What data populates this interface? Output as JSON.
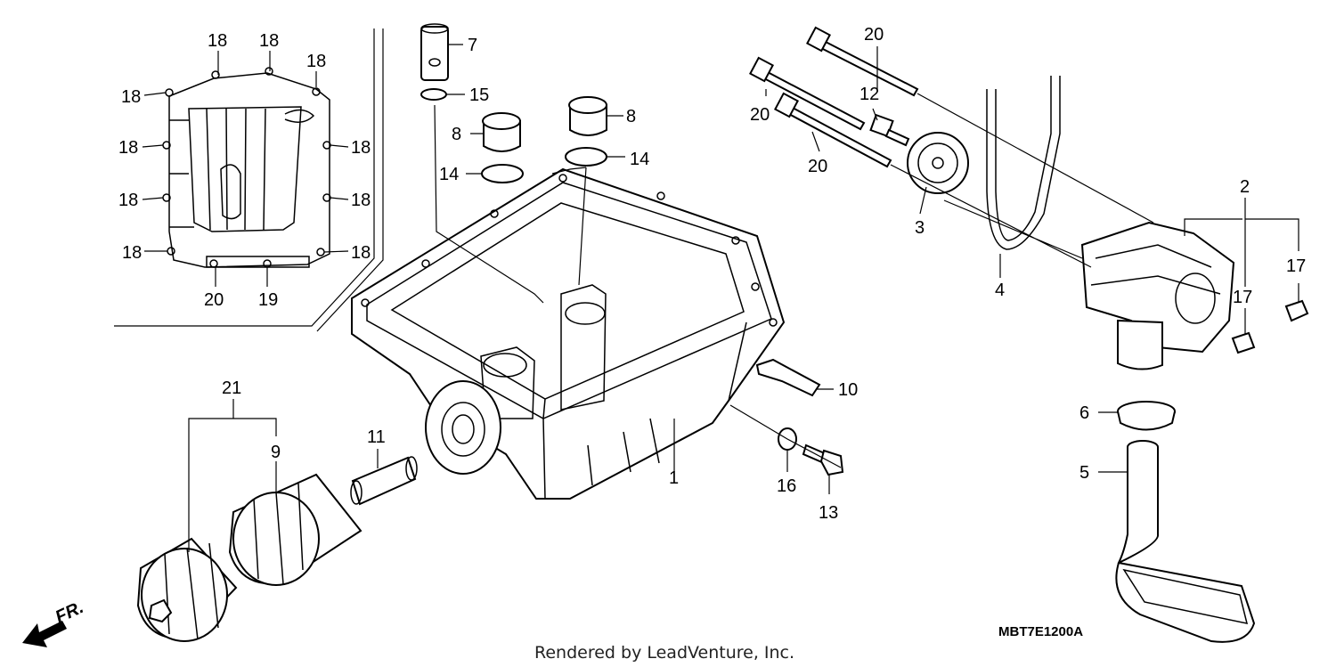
{
  "callouts": [
    {
      "id": "c18a",
      "text": "18"
    },
    {
      "id": "c18b",
      "text": "18"
    },
    {
      "id": "c18c",
      "text": "18"
    },
    {
      "id": "c18d",
      "text": "18"
    },
    {
      "id": "c18e",
      "text": "18"
    },
    {
      "id": "c18f",
      "text": "18"
    },
    {
      "id": "c18g",
      "text": "18"
    },
    {
      "id": "c18h",
      "text": "18"
    },
    {
      "id": "c18i",
      "text": "18"
    },
    {
      "id": "c18j",
      "text": "18"
    },
    {
      "id": "c20a",
      "text": "20"
    },
    {
      "id": "c19",
      "text": "19"
    },
    {
      "id": "c7",
      "text": "7"
    },
    {
      "id": "c15",
      "text": "15"
    },
    {
      "id": "c8a",
      "text": "8"
    },
    {
      "id": "c8b",
      "text": "8"
    },
    {
      "id": "c14a",
      "text": "14"
    },
    {
      "id": "c14b",
      "text": "14"
    },
    {
      "id": "c20b",
      "text": "20"
    },
    {
      "id": "c20c",
      "text": "20"
    },
    {
      "id": "c20d",
      "text": "20"
    },
    {
      "id": "c12",
      "text": "12"
    },
    {
      "id": "c3",
      "text": "3"
    },
    {
      "id": "c4",
      "text": "4"
    },
    {
      "id": "c2",
      "text": "2"
    },
    {
      "id": "c17a",
      "text": "17"
    },
    {
      "id": "c17b",
      "text": "17"
    },
    {
      "id": "c6",
      "text": "6"
    },
    {
      "id": "c5",
      "text": "5"
    },
    {
      "id": "c10",
      "text": "10"
    },
    {
      "id": "c1",
      "text": "1"
    },
    {
      "id": "c16",
      "text": "16"
    },
    {
      "id": "c13",
      "text": "13"
    },
    {
      "id": "c11",
      "text": "11"
    },
    {
      "id": "c21",
      "text": "21"
    },
    {
      "id": "c9",
      "text": "9"
    }
  ],
  "diagram_code": "MBT7E1200A",
  "credit": "Rendered by LeadVenture, Inc.",
  "front_marker": "FR."
}
